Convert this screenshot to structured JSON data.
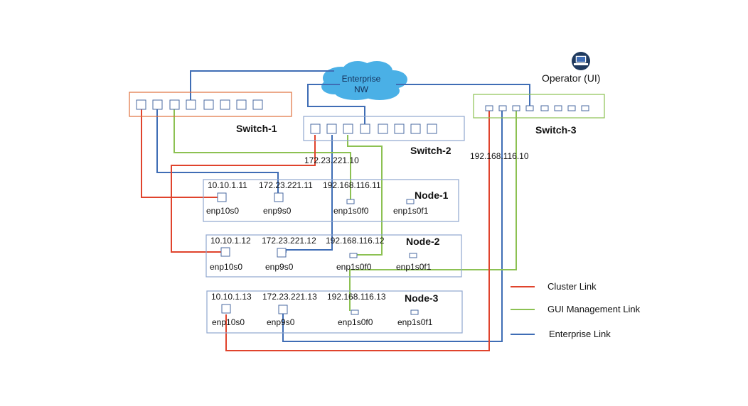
{
  "colors": {
    "cluster": "#e0432c",
    "gui": "#8cc152",
    "enterprise": "#3f6db5",
    "switch1_border": "#e0703c",
    "switch2_border": "#8fa6cf",
    "switch3_border": "#8cc152",
    "node_border": "#8fa6cf",
    "cloud": "#4ab0e6",
    "cloud_text": "#14305a"
  },
  "cloud": {
    "line1": "Enterprise",
    "line2": "NW"
  },
  "operator": {
    "label": "Operator (UI)",
    "icon": "laptop-icon"
  },
  "switches": {
    "switch1": {
      "label": "Switch-1"
    },
    "switch2": {
      "label": "Switch-2",
      "ip": "172.23.221.10"
    },
    "switch3": {
      "label": "Switch-3",
      "ip": "192.168.116.10"
    }
  },
  "nodes": [
    {
      "label": "Node-1",
      "ip_cluster": "10.10.1.11",
      "ip_ent": "172.23.221.11",
      "ip_gui": "192.168.116.11",
      "if_cluster": "enp10s0",
      "if_ent": "enp9s0",
      "if_gui": "enp1s0f0",
      "if_spare": "enp1s0f1"
    },
    {
      "label": "Node-2",
      "ip_cluster": "10.10.1.12",
      "ip_ent": "172.23.221.12",
      "ip_gui": "192.168.116.12",
      "if_cluster": "enp10s0",
      "if_ent": "enp9s0",
      "if_gui": "enp1s0f0",
      "if_spare": "enp1s0f1"
    },
    {
      "label": "Node-3",
      "ip_cluster": "10.10.1.13",
      "ip_ent": "172.23.221.13",
      "ip_gui": "192.168.116.13",
      "if_cluster": "enp10s0",
      "if_ent": "enp9s0",
      "if_gui": "enp1s0f0",
      "if_spare": "enp1s0f1"
    }
  ],
  "legend": {
    "cluster": "Cluster Link",
    "gui": "GUI Management Link",
    "enterprise": "Enterprise Link"
  }
}
